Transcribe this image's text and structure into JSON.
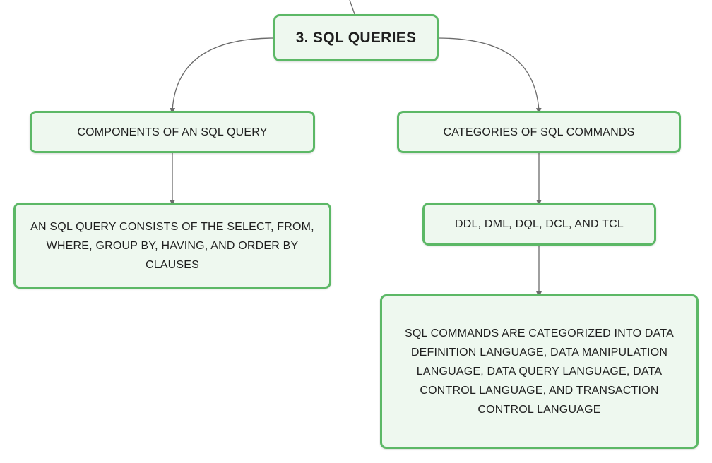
{
  "diagram": {
    "root": {
      "label": "3. SQL QUERIES"
    },
    "branches": [
      {
        "label": "COMPONENTS OF AN SQL QUERY",
        "children": [
          {
            "label": "AN SQL QUERY CONSISTS OF THE SELECT, FROM, WHERE, GROUP BY, HAVING, AND ORDER BY CLAUSES"
          }
        ]
      },
      {
        "label": "CATEGORIES OF SQL COMMANDS",
        "children": [
          {
            "label": "DDL, DML, DQL, DCL, AND TCL"
          },
          {
            "label": "SQL COMMANDS ARE CATEGORIZED INTO DATA DEFINITION LANGUAGE, DATA MANIPULATION LANGUAGE, DATA QUERY LANGUAGE, DATA CONTROL LANGUAGE, AND TRANSACTION CONTROL LANGUAGE"
          }
        ]
      }
    ]
  },
  "colors": {
    "border": "#5cb866",
    "fill": "#eef8ef",
    "connector": "#6b6b6b"
  }
}
